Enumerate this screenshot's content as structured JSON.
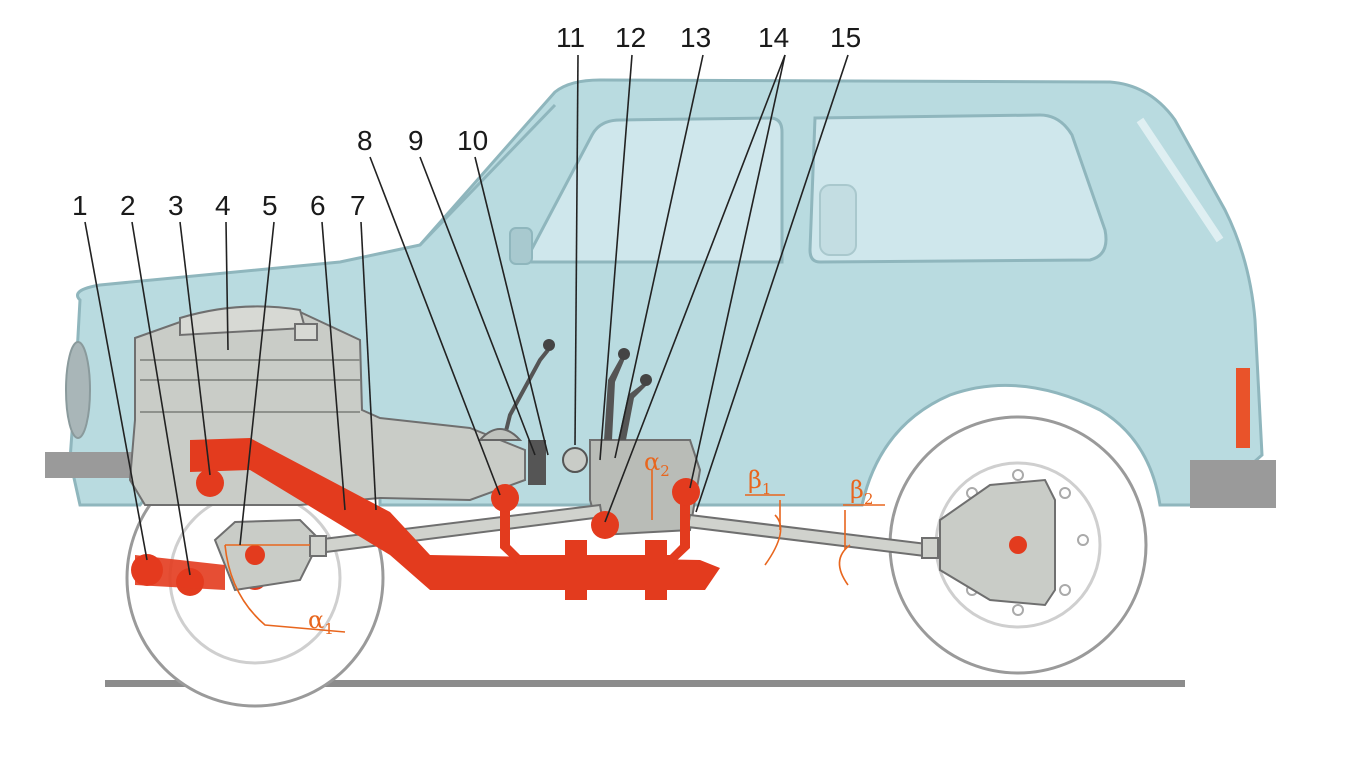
{
  "diagram": {
    "callouts": [
      "1",
      "2",
      "3",
      "4",
      "5",
      "6",
      "7",
      "8",
      "9",
      "10",
      "11",
      "12",
      "13",
      "14",
      "15"
    ],
    "angles": {
      "alpha1": {
        "symbol": "α",
        "sub": "1"
      },
      "alpha2": {
        "symbol": "α",
        "sub": "2"
      },
      "beta1": {
        "symbol": "β",
        "sub": "1"
      },
      "beta2": {
        "symbol": "β",
        "sub": "2"
      }
    },
    "colors": {
      "body": "#b9dbe0",
      "body_outline": "#8fb6bd",
      "window": "#cfe7ec",
      "powertrain": "#c9ccc7",
      "frame_red": "#e33b1e",
      "angle_orange": "#e8661e",
      "tire": "#ffffff",
      "ground": "#8c8c8c"
    }
  }
}
